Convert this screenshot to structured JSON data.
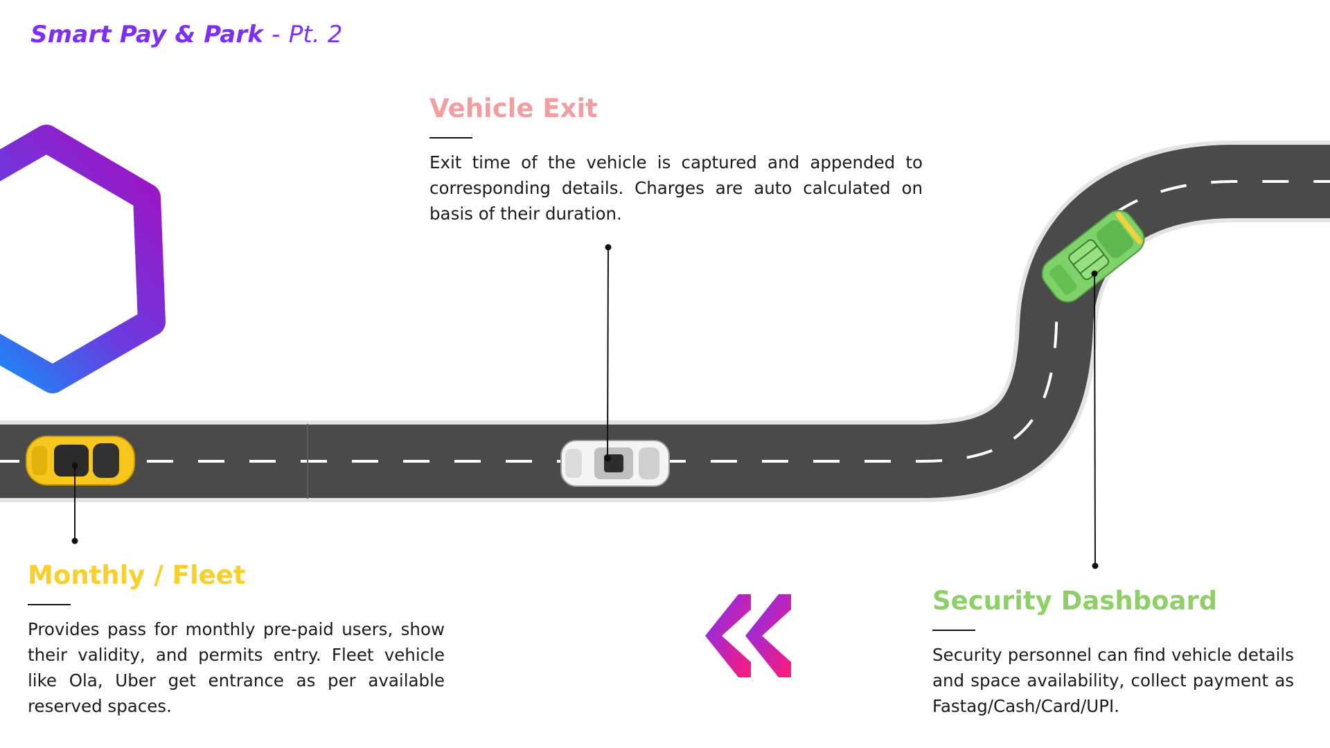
{
  "header": {
    "title": "Smart Pay & Park",
    "separator": "-",
    "part": "Pt. 2"
  },
  "sections": {
    "exit": {
      "heading": "Vehicle Exit",
      "body": "Exit time of the vehicle is captured and appended to corresponding details. Charges are auto calculated on basis of their duration."
    },
    "fleet": {
      "heading": "Monthly / Fleet",
      "body": "Provides pass for monthly pre-paid users, show their validity, and permits entry. Fleet vehicle like Ola, Uber get entrance as per available reserved spaces."
    },
    "security": {
      "heading": "Security Dashboard",
      "body": "Security personnel can find vehicle details and space availability, collect payment as Fastag/Cash/Card/UPI."
    }
  },
  "colors": {
    "title": "#7b2ff7",
    "exit_heading": "#f29da0",
    "fleet_heading": "#f9cf2c",
    "security_heading": "#8fcf67",
    "road": "#4a4a4a",
    "hexagon_gradient": [
      "#00a2ff",
      "#8a1fd6",
      "#9b16c4"
    ],
    "chevron_gradient": [
      "#7b2ff7",
      "#e3167f"
    ]
  },
  "icons": {
    "hexagon": "hexagon-ring-logo",
    "yellow_car": "taxi-car-icon",
    "white_car": "suv-car-icon",
    "green_car": "green-car-icon",
    "back_chevrons": "double-chevron-left-icon"
  }
}
